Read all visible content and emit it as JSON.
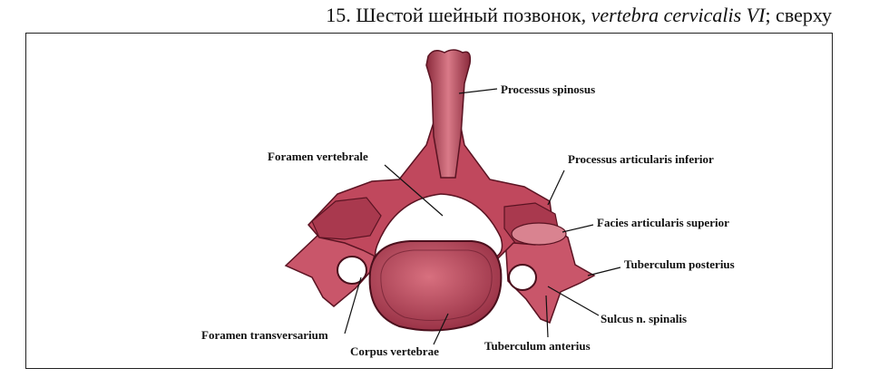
{
  "caption": {
    "number": "15.",
    "text_ru": "Шестой шейный позвонок,",
    "latin": "vertebra cervicalis VI",
    "suffix": "; сверху"
  },
  "labels": {
    "processus_spinosus": "Processus spinosus",
    "foramen_vertebrale": "Foramen vertebrale",
    "processus_articularis_inferior": "Processus articularis inferior",
    "facies_articularis_superior": "Facies articularis superior",
    "tuberculum_posterius": "Tuberculum posterius",
    "sulcus_n_spinalis": "Sulcus n. spinalis",
    "tuberculum_anterius": "Tuberculum anterius",
    "foramen_transversarium": "Foramen transversarium",
    "corpus_vertebrae": "Corpus vertebrae"
  },
  "colors": {
    "bone": "#c9566a",
    "bone_dark": "#7a1f30",
    "bone_light": "#e9a4ad"
  }
}
